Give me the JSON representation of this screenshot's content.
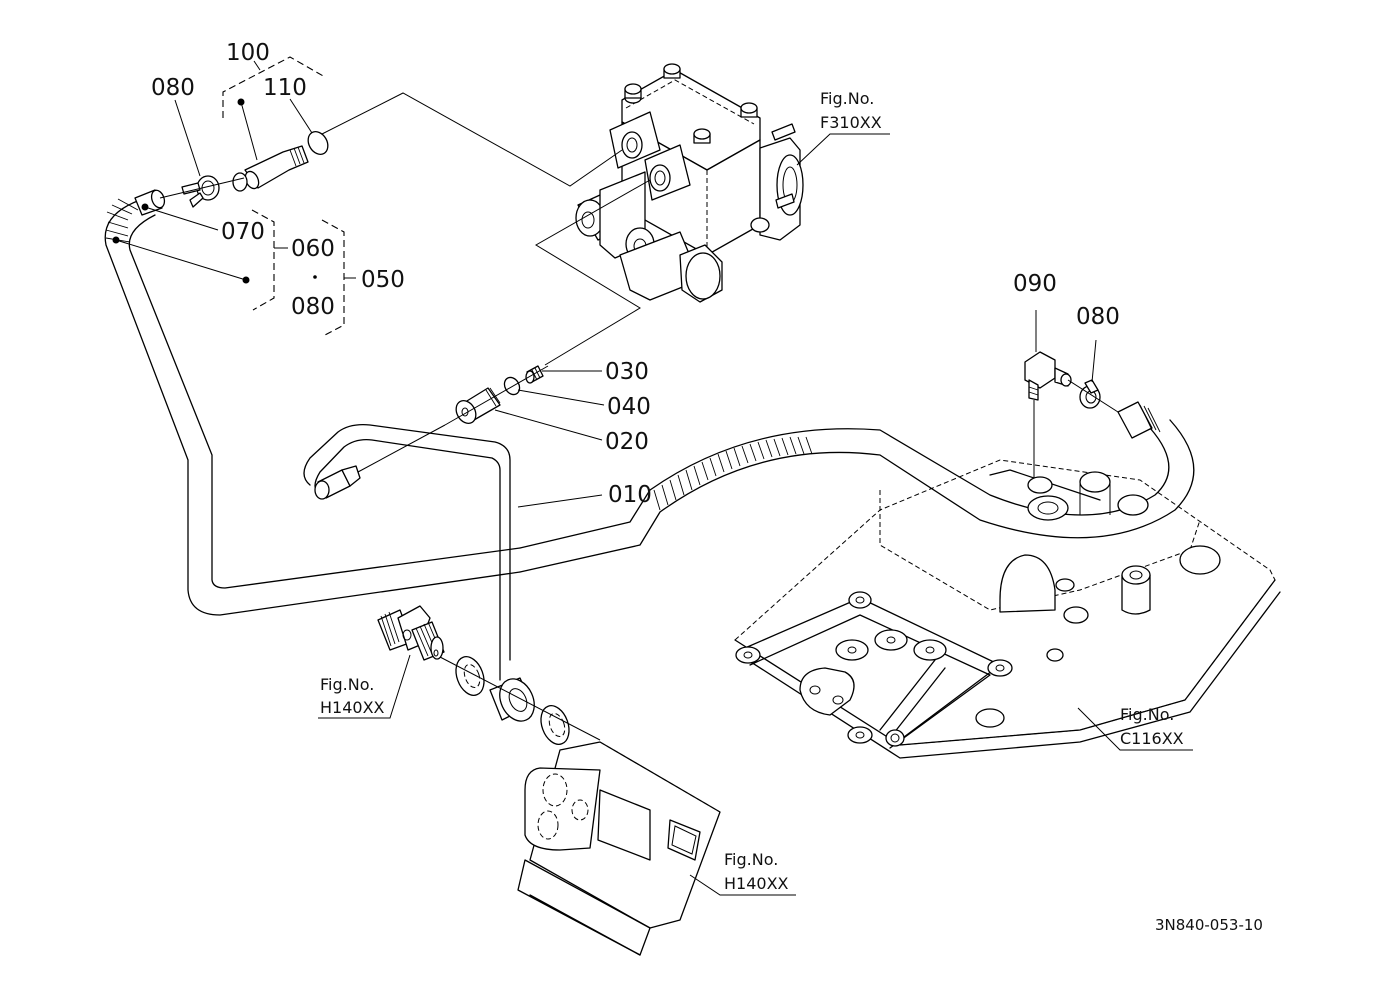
{
  "diagram": {
    "type": "exploded parts diagram",
    "document_number": "3N840-053-10",
    "callouts": [
      {
        "id": "c100",
        "label": "100"
      },
      {
        "id": "c110",
        "label": "110"
      },
      {
        "id": "c080a",
        "label": "080"
      },
      {
        "id": "c070",
        "label": "070"
      },
      {
        "id": "c060",
        "label": "060"
      },
      {
        "id": "c050",
        "label": "050"
      },
      {
        "id": "c080b",
        "label": "080"
      },
      {
        "id": "c030",
        "label": "030"
      },
      {
        "id": "c040",
        "label": "040"
      },
      {
        "id": "c020",
        "label": "020"
      },
      {
        "id": "c010",
        "label": "010"
      },
      {
        "id": "c090",
        "label": "090"
      },
      {
        "id": "c080c",
        "label": "080"
      }
    ],
    "figure_refs": [
      {
        "id": "f310",
        "prefix": "Fig.No.",
        "code": "F310XX"
      },
      {
        "id": "h140a",
        "prefix": "Fig.No.",
        "code": "H140XX"
      },
      {
        "id": "h140b",
        "prefix": "Fig.No.",
        "code": "H140XX"
      },
      {
        "id": "c116",
        "prefix": "Fig.No.",
        "code": "C116XX"
      }
    ],
    "group_separator": "·"
  }
}
